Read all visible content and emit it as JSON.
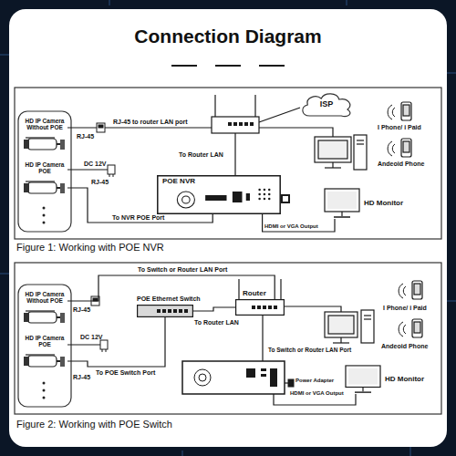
{
  "diagram": {
    "title": "Connection Diagram",
    "nodes": [
      {
        "text": [
          "HD IP Camera Without POE"
        ]
      },
      {
        "text": [
          "HD IP Camera POE"
        ]
      },
      {
        "text": [
          "ISP"
        ]
      },
      {
        "text": [
          "POE NVR"
        ]
      },
      {
        "text": [
          "HD Monitor"
        ]
      },
      {
        "text": [
          "HD IP Camera Without POE"
        ]
      },
      {
        "text": [
          "HD IP Camera POE"
        ]
      },
      {
        "text": [
          "POE Ethernet Switch"
        ]
      },
      {
        "text": [
          "Router"
        ]
      },
      {
        "text": [
          "HD Monitor"
        ]
      }
    ],
    "edges": [
      {
        "from": 1,
        "to": 3,
        "label": "To NVR POE Port",
        "arrow": "none"
      },
      {
        "from": 3,
        "to": 4,
        "arrow": "none"
      },
      {
        "from": 5,
        "to": 8,
        "label": "To Switch or Router LAN Port",
        "arrow": "none"
      },
      {
        "from": 6,
        "to": 7,
        "label": "To POE Switch Port",
        "arrow": "none"
      },
      {
        "from": 7,
        "to": 8,
        "label": "To Router LAN",
        "arrow": "none"
      }
    ],
    "labels": [
      "RJ-45",
      "RJ-45 to router LAN port",
      "DC 12V",
      "RJ-45",
      "To Router LAN",
      "I Phone/ i Paid",
      "Andeoid Phone",
      "HDMI or VGA Output",
      "Figure 1: Working with POE NVR",
      "RJ-45",
      "DC 12V",
      "RJ-45",
      "I Phone/ i Paid",
      "Andeoid Phone",
      "To Switch or Router LAN Port",
      "Power Adapter",
      "HDMI or VGA Output",
      "Figure 2: Working with POE Switch"
    ]
  }
}
